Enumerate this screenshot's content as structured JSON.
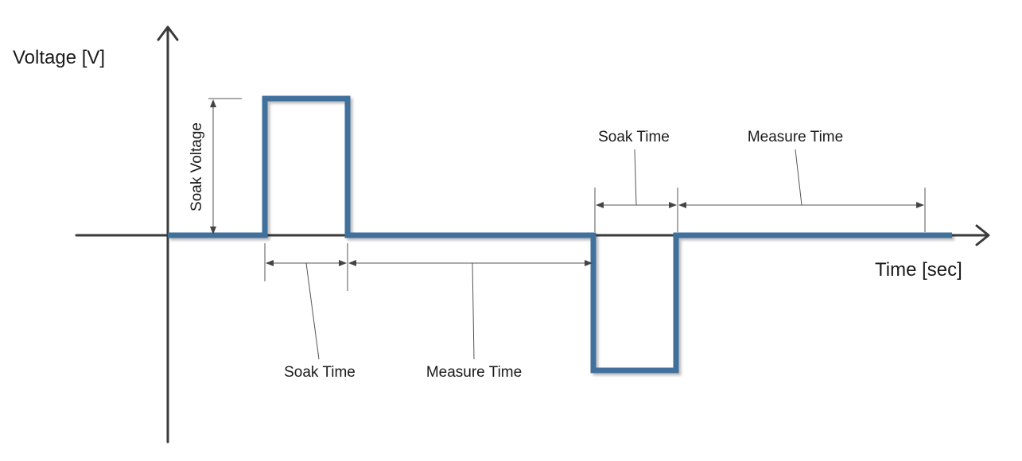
{
  "diagram": {
    "y_axis_label": "Voltage [V]",
    "x_axis_label": "Time [sec]",
    "annotations": {
      "soak_voltage": "Soak Voltage",
      "soak_time_1": "Soak Time",
      "measure_time_1": "Measure Time",
      "soak_time_2": "Soak Time",
      "measure_time_2": "Measure Time"
    },
    "colors": {
      "waveform": "#3f6f9c",
      "axes": "#3a3a3a",
      "dimension_lines": "#555555"
    }
  }
}
